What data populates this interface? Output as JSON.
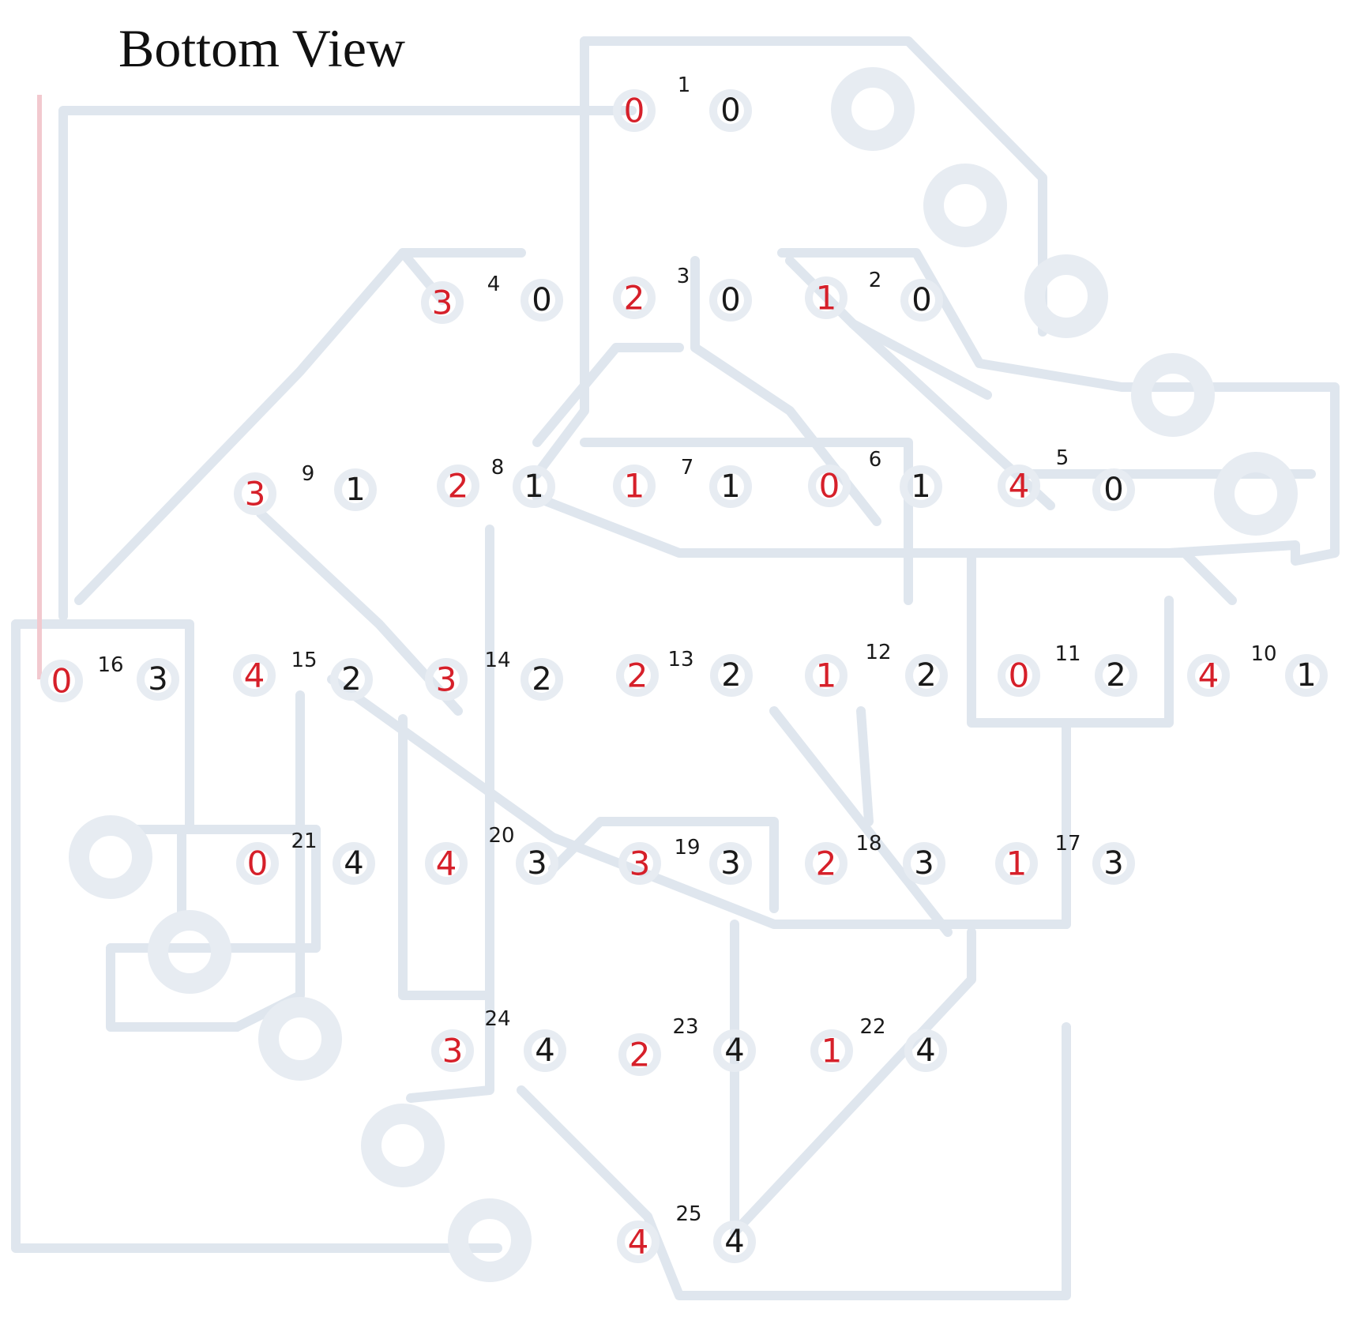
{
  "title": "Bottom View",
  "colors": {
    "trace": "#dfe6ee",
    "pad": "#e7ecf2",
    "red_ink": "#d6202a",
    "black_ink": "#1a1a1a",
    "pink_edge": "#f2c9cf"
  },
  "pad_groups": [
    {
      "number": "1",
      "red": "0",
      "black": "0"
    },
    {
      "number": "2",
      "red": "1",
      "black": "0"
    },
    {
      "number": "3",
      "red": "2",
      "black": "0"
    },
    {
      "number": "4",
      "red": "3",
      "black": "0"
    },
    {
      "number": "5",
      "red": "4",
      "black": "0"
    },
    {
      "number": "6",
      "red": "0",
      "black": "1"
    },
    {
      "number": "7",
      "red": "1",
      "black": "1"
    },
    {
      "number": "8",
      "red": "2",
      "black": "1"
    },
    {
      "number": "9",
      "red": "3",
      "black": "1"
    },
    {
      "number": "10",
      "red": "4",
      "black": "1"
    },
    {
      "number": "11",
      "red": "0",
      "black": "2"
    },
    {
      "number": "12",
      "red": "1",
      "black": "2"
    },
    {
      "number": "13",
      "red": "2",
      "black": "2"
    },
    {
      "number": "14",
      "red": "3",
      "black": "2"
    },
    {
      "number": "15",
      "red": "4",
      "black": "2"
    },
    {
      "number": "16",
      "red": "0",
      "black": "3"
    },
    {
      "number": "17",
      "red": "1",
      "black": "3"
    },
    {
      "number": "18",
      "red": "2",
      "black": "3"
    },
    {
      "number": "19",
      "red": "3",
      "black": "3"
    },
    {
      "number": "20",
      "red": "4",
      "black": "3"
    },
    {
      "number": "21",
      "red": "0",
      "black": "4"
    },
    {
      "number": "22",
      "red": "1",
      "black": "4"
    },
    {
      "number": "23",
      "red": "2",
      "black": "4"
    },
    {
      "number": "24",
      "red": "3",
      "black": "4"
    },
    {
      "number": "25",
      "red": "4",
      "black": "4"
    }
  ]
}
